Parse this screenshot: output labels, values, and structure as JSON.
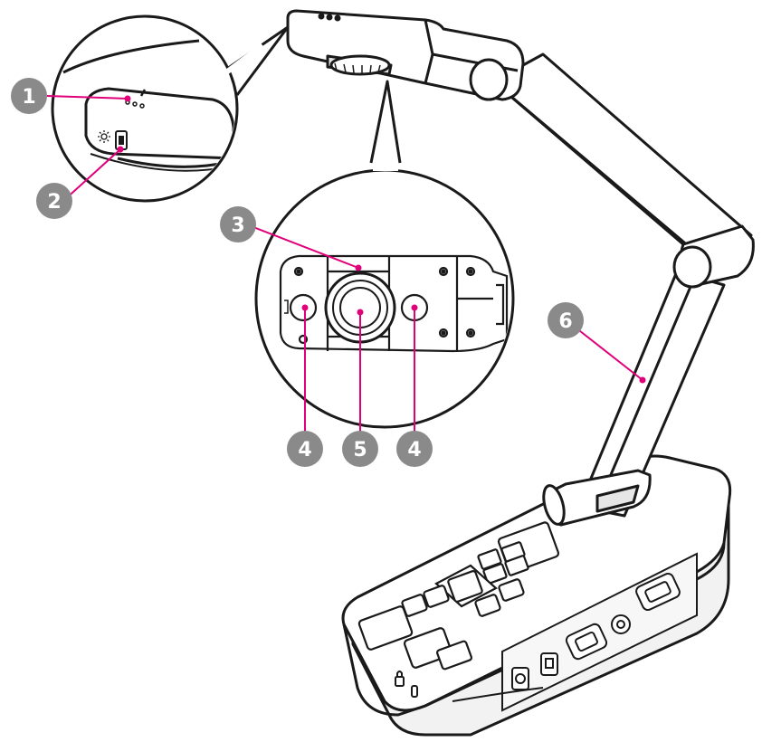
{
  "callouts": [
    {
      "id": "1",
      "label": "1",
      "color": "#8a8a8a"
    },
    {
      "id": "2",
      "label": "2",
      "color": "#8a8a8a"
    },
    {
      "id": "3",
      "label": "3",
      "color": "#8a8a8a"
    },
    {
      "id": "4a",
      "label": "4",
      "color": "#8a8a8a"
    },
    {
      "id": "5",
      "label": "5",
      "color": "#8a8a8a"
    },
    {
      "id": "4b",
      "label": "4",
      "color": "#8a8a8a"
    },
    {
      "id": "6",
      "label": "6",
      "color": "#8a8a8a"
    }
  ],
  "colors": {
    "leader": "#e0007a",
    "outline": "#1a1a1a",
    "fill": "#ffffff",
    "shade": "#e6e6e6"
  },
  "icons": {
    "light_switch": "sun-icon",
    "security_lock": "lock-icon"
  }
}
